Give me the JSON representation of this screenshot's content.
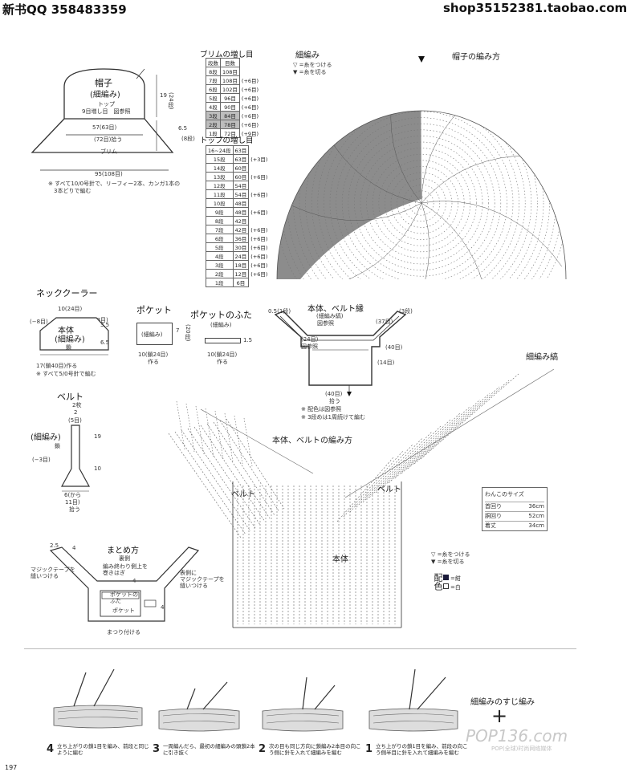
{
  "header": {
    "left": "新书QQ 358483359",
    "right": "shop35152381.taobao.com"
  },
  "hat": {
    "title": "帽子",
    "sub": "(細編み)",
    "top_label": "トップ",
    "top_note": "9目増し目　図参照",
    "w57": "57(63目)",
    "w72": "(72目)拾う",
    "brim_label": "ブリム",
    "w95": "95(108目)",
    "h19": "19",
    "rows24": "(24段)",
    "h65": "6.5",
    "rows8": "(8段)",
    "note": "※ すべて10/0号針で、リーフィー2本、カンガ1本の\n　3本どりで編む"
  },
  "brim_table": {
    "title": "ブリムの増し目",
    "headers": [
      "段数",
      "目数"
    ],
    "rows": [
      {
        "r": "8段",
        "c": "108目",
        "n": "",
        "shade": false
      },
      {
        "r": "7段",
        "c": "108目",
        "n": "(+6目)",
        "shade": false
      },
      {
        "r": "6段",
        "c": "102目",
        "n": "(+6目)",
        "shade": false
      },
      {
        "r": "5段",
        "c": "96目",
        "n": "(+6目)",
        "shade": false
      },
      {
        "r": "4段",
        "c": "90目",
        "n": "(+6目)",
        "shade": false
      },
      {
        "r": "3段",
        "c": "84目",
        "n": "(+6目)",
        "shade": true
      },
      {
        "r": "2段",
        "c": "78目",
        "n": "(+6目)",
        "shade": true
      },
      {
        "r": "1段",
        "c": "72目",
        "n": "(+9目)",
        "shade": false
      }
    ]
  },
  "top_table": {
    "title": "トップの増し目",
    "rows": [
      {
        "r": "16~24段",
        "c": "63目",
        "n": "",
        "shade": false
      },
      {
        "r": "15段",
        "c": "63目",
        "n": "(+3目)",
        "shade": false
      },
      {
        "r": "14段",
        "c": "60目",
        "n": "",
        "shade": false
      },
      {
        "r": "13段",
        "c": "60目",
        "n": "(+6目)",
        "shade": false
      },
      {
        "r": "12段",
        "c": "54目",
        "n": "",
        "shade": false
      },
      {
        "r": "11段",
        "c": "54目",
        "n": "(+6目)",
        "shade": false
      },
      {
        "r": "10段",
        "c": "48目",
        "n": "",
        "shade": false
      },
      {
        "r": "9段",
        "c": "48目",
        "n": "(+6目)",
        "shade": false
      },
      {
        "r": "8段",
        "c": "42目",
        "n": "",
        "shade": false
      },
      {
        "r": "7段",
        "c": "42目",
        "n": "(+6目)",
        "shade": false
      },
      {
        "r": "6段",
        "c": "36目",
        "n": "(+6目)",
        "shade": false
      },
      {
        "r": "5段",
        "c": "30目",
        "n": "(+6目)",
        "shade": false
      },
      {
        "r": "4段",
        "c": "24目",
        "n": "(+6目)",
        "shade": false
      },
      {
        "r": "3段",
        "c": "18目",
        "n": "(+6目)",
        "shade": false
      },
      {
        "r": "2段",
        "c": "12目",
        "n": "(+6目)",
        "shade": false
      },
      {
        "r": "1段",
        "c": "6目",
        "n": "",
        "shade": false
      }
    ]
  },
  "hat_chart": {
    "title": "帽子の編み方",
    "label": "細編み",
    "legend1": "▽ =糸をつける",
    "legend2": "▼ =糸を切る"
  },
  "neck": {
    "title": "ネッククーラー",
    "w10": "10(24目)",
    "m8a": "(−8目)",
    "m8b": "(−8目)",
    "body": "本体",
    "sub": "(細編み)",
    "dir": "鎖",
    "h35": "3.5",
    "h65": "6.5",
    "w17": "17(鎖40目)作る",
    "note": "※ すべて5/0号針で編む"
  },
  "pocket": {
    "title": "ポケット",
    "sub": "(細編み)",
    "h7": "7",
    "rows20": "(20段)",
    "w10": "10(鎖24目)",
    "make": "作る"
  },
  "flap": {
    "title": "ポケットのふた",
    "sub": "(細編み)",
    "h15": "1.5",
    "w10": "10(鎖24目)",
    "make": "作る"
  },
  "belt": {
    "title": "ベルト",
    "count": "2枚",
    "w2": "2",
    "st5": "(5目)",
    "sub": "(細編み)",
    "dir": "鎖",
    "m3": "(−3目)",
    "h19": "19",
    "h10": "10",
    "w6": "6(から",
    "st11": "11目)",
    "pick": "拾う"
  },
  "body_belt": {
    "title": "本体、ベルト縁",
    "sub": "(細編み縞)",
    "fig": "図参照",
    "rows15": "0.5(1段)",
    "rows3": "(3段)",
    "st24": "(24目)",
    "fig2": "図参照",
    "st37": "(37目)",
    "st40": "(40目)",
    "st14": "(14目)",
    "st40b": "(40目)",
    "pick": "拾う",
    "note1": "※ 配色は図参照",
    "note2": "※ 3段めは1周続けて編む"
  },
  "chart2": {
    "title": "本体、ベルトの編み方",
    "label": "細編み縞",
    "belt_l": "ベルト",
    "belt_r": "ベルト",
    "body": "本体"
  },
  "size": {
    "title": "わんこのサイズ",
    "rows": [
      {
        "k": "首回り",
        "v": "36cm"
      },
      {
        "k": "胴回り",
        "v": "52cm"
      },
      {
        "k": "着丈",
        "v": "34cm"
      }
    ]
  },
  "color_legend": {
    "l1": "▽ =糸をつける",
    "l2": "▼ =糸を切る",
    "label": "配色",
    "c1": "=紺",
    "c2": "=白"
  },
  "assembly": {
    "title": "まとめ方",
    "sub": "裏側",
    "n25": "2.5",
    "n4a": "4",
    "magic": "マジックテープを\n縫いつける",
    "tape": "表側に\nマジックテープを\n縫いつける",
    "collar": "編み終わり側上を\n巻きはぎ",
    "flap": "ポケットの\nふた",
    "pocket": "ポケット",
    "n4b": "4",
    "n4c": "4",
    "sew": "まつり付ける"
  },
  "steps": [
    {
      "n": "4",
      "t": "立ち上がりの鎖1目を編み、前段と同じように編む"
    },
    {
      "n": "3",
      "t": "一周編んだら、最初の細編みの頭鎖2本に引き抜く"
    },
    {
      "n": "2",
      "t": "次の目も同じ方向に鎖編み2本目の向こう側に針を入れて細編みを編む"
    },
    {
      "n": "1",
      "t": "立ち上がりの鎖1目を編み、前段の向こう側半目に針を入れて細編みを編む"
    }
  ],
  "stitch": {
    "title": "細編みのすじ編み",
    "symbol": "+"
  },
  "watermark": {
    "brand": "POP136.com",
    "sub": "POP(全球)时尚网络媒体"
  },
  "page_number": "197",
  "colors": {
    "navy": "#1b1b3a",
    "gray": "#8c8c8c",
    "ink": "#222222"
  }
}
